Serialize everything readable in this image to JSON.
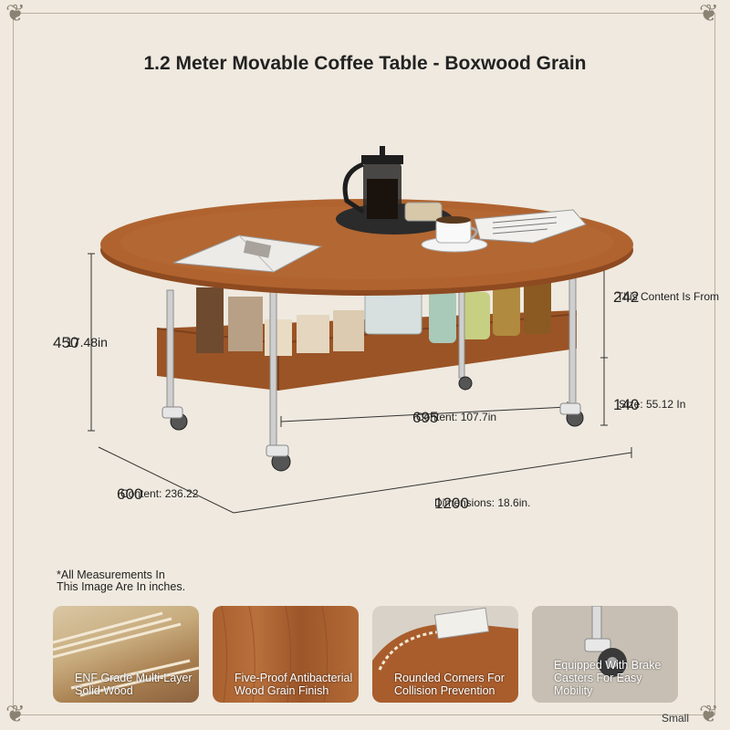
{
  "title": "1.2 Meter Movable Coffee Table - Boxwood Grain",
  "dimensions": {
    "height_mm": "450",
    "height_in_fragment": "17.48in",
    "upper_gap_mm": "242",
    "upper_gap_overlay": "This Content Is From",
    "lower_gap_mm": "140",
    "lower_gap_overlay": "Size: 55.12 In",
    "inner_width_mm": "695",
    "inner_width_overlay": "Content: 107.7in",
    "depth_mm": "600",
    "depth_overlay": "Content: 236.22",
    "length_mm": "1200",
    "length_overlay": "Dimensions: 18.6in."
  },
  "note": [
    "*All Measurements In",
    "This Image Are In inches."
  ],
  "features": [
    {
      "line1": "ENF Grade Multi-Layer",
      "line2": "Solid Wood"
    },
    {
      "line1": "Five-Proof Antibacterial",
      "line2": "Wood Grain Finish"
    },
    {
      "line1": "Rounded Corners For",
      "line2": "Collision Prevention"
    },
    {
      "line1": "Equipped With Brake",
      "line2": "Casters For Easy Mobility"
    }
  ],
  "size_label": "Small",
  "colors": {
    "background": "#efe9df",
    "wood": "#a65a2b",
    "metal": "#c9c9c9",
    "dimension_line": "#333333"
  }
}
